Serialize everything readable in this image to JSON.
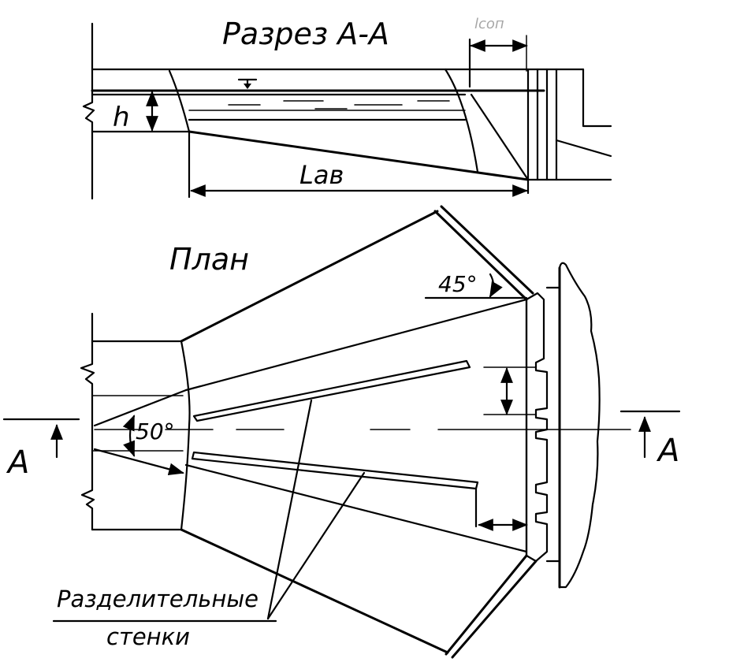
{
  "section": {
    "title": "Разрез А-А",
    "depth_label": "h",
    "length_label": "Lав",
    "top_dimension_label": "lсоп"
  },
  "plan": {
    "title": "План",
    "angle_label_45": "45°",
    "angle_label_50": "50°",
    "cut_label_left": "А",
    "cut_label_right": "А",
    "dividers_label_line1": "Разделительные",
    "dividers_label_line2": "стенки"
  }
}
